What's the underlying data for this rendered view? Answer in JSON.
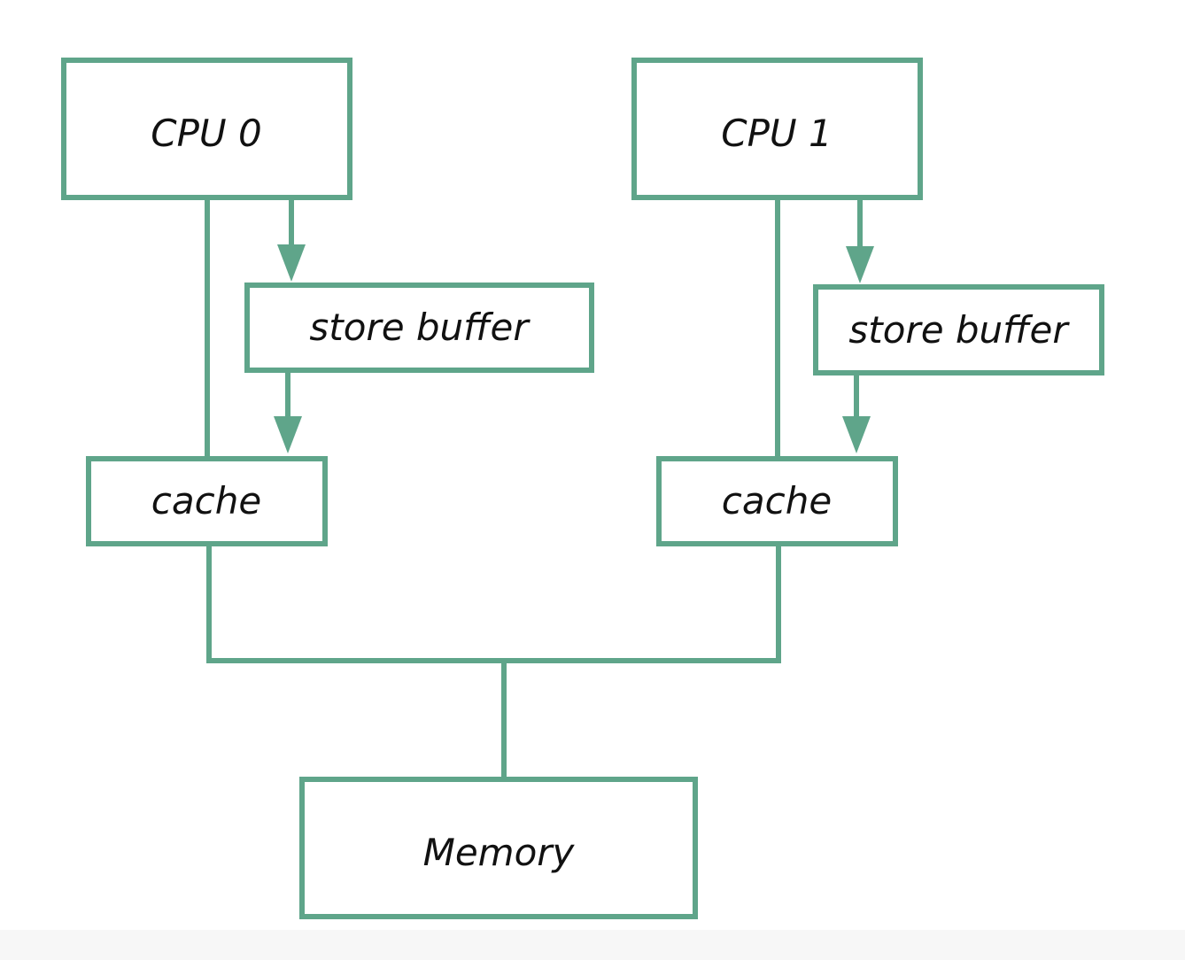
{
  "diagram": {
    "stroke_color": "#5fa58a",
    "text_color": "#111111",
    "labels": {
      "cpu0": "CPU 0",
      "cpu1": "CPU 1",
      "store_buffer0": "store buffer",
      "store_buffer1": "store buffer",
      "cache0": "cache",
      "cache1": "cache",
      "memory": "Memory"
    }
  }
}
